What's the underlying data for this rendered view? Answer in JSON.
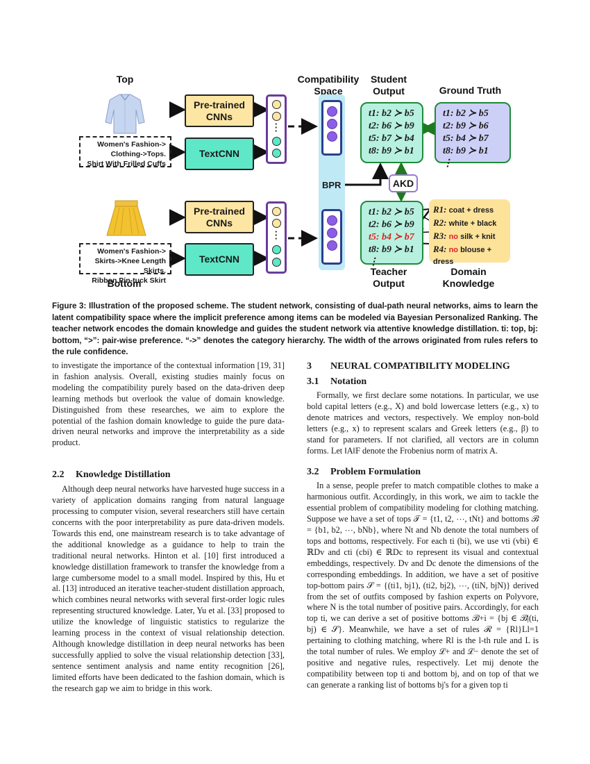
{
  "figure": {
    "top_label": "Top",
    "bottom_label": "Bottom",
    "compat_label": [
      "Compatibility",
      "Space"
    ],
    "student_label": [
      "Student",
      "Output"
    ],
    "truth_label": "Ground Truth",
    "teacher_label": [
      "Teacher",
      "Output"
    ],
    "domain_label": [
      "Domain",
      "Knowledge"
    ],
    "cnn_label": [
      "Pre-trained",
      "CNNs"
    ],
    "textcnn_label": "TextCNN",
    "top_text": [
      "Women's Fashion->",
      "Clothing->Tops.",
      "Shirt With Frilled Cuffs"
    ],
    "bottom_text": [
      "Women's Fashion->",
      "Skirts->Knee Length Skirts.",
      "Ribbon Pin-tuck Skirt"
    ],
    "bpr": "BPR",
    "akd": "AKD",
    "student_rows": [
      "t1: b2 ≻ b5",
      "t2: b6 ≻ b9",
      "t5: b7 ≻ b4",
      "t8: b9 ≻ b1",
      "⋮"
    ],
    "truth_rows": [
      "t1: b2 ≻ b5",
      "t2: b9 ≻ b6",
      "t5: b4 ≻ b7",
      "t8: b9 ≻ b1",
      "⋮"
    ],
    "teacher_rows": [
      "t1: b2 ≻ b5",
      "t2: b6 ≻ b9",
      "t5: b4 ≻ b7",
      "t8: b9 ≻ b1",
      "⋮"
    ],
    "rules": [
      {
        "id": "R1:",
        "pre": "",
        "text": "coat + dress"
      },
      {
        "id": "R2:",
        "pre": "",
        "text": "white + black"
      },
      {
        "id": "R3:",
        "pre": "no",
        "text": "silk + knit"
      },
      {
        "id": "R4:",
        "pre": "no",
        "text": "blouse + dress"
      }
    ],
    "colors": {
      "cnn": "#fde6a3",
      "textcnn": "#5ee8c8",
      "truth": "#cdd0f6",
      "teacher": "#b7f0df",
      "domain": "#fde29a",
      "bpr": "#bfe9f5",
      "highlight": "#e01e1e"
    }
  },
  "caption": "Figure 3: Illustration of the proposed scheme. The student network, consisting of dual-path neural networks, aims to learn the latent compatibility space where the implicit preference among items can be modeled via Bayesian Personalized Ranking. The teacher network encodes the domain knowledge and guides the student network via attentive knowledge distillation. ti: top, bj: bottom, “>”: pair-wise preference. “->” denotes the category hierarchy. The width of the arrows originated from rules refers to the rule confidence.",
  "left": {
    "p1": "to investigate the importance of the contextual information [19, 31] in fashion analysis. Overall, existing studies mainly focus on modeling the compatibility purely based on the data-driven deep learning methods but overlook the value of domain knowledge. Distinguished from these researches, we aim to explore the potential of the fashion domain knowledge to guide the pure data-driven neural networks and improve the interpretability as a side product.",
    "s22_num": "2.2",
    "s22_title": "Knowledge Distillation",
    "p2": "Although deep neural networks have harvested huge success in a variety of application domains ranging from natural language processing to computer vision, several researchers still have certain concerns with the poor interpretability as pure data-driven models. Towards this end, one mainstream research is to take advantage of the additional knowledge as a guidance to help to train the traditional neural networks. Hinton et al. [10] first introduced a knowledge distillation framework to transfer the knowledge from a large cumbersome model to a small model. Inspired by this, Hu et al. [13] introduced an iterative teacher-student distillation approach, which combines neural networks with several first-order logic rules representing structured knowledge. Later, Yu et al. [33] proposed to utilize the knowledge of linguistic statistics to regularize the learning process in the context of visual relationship detection. Although knowledge distillation in deep neural networks has been successfully applied to solve the visual relationship detection [33], sentence sentiment analysis and name entity recognition [26], limited efforts have been dedicated to the fashion domain, which is the research gap we aim to bridge in this work."
  },
  "right": {
    "s3_num": "3",
    "s3_title": "NEURAL COMPATIBILITY MODELING",
    "s31_num": "3.1",
    "s31_title": "Notation",
    "p1": "Formally, we first declare some notations. In particular, we use bold capital letters (e.g., X) and bold lowercase letters (e.g., x) to denote matrices and vectors, respectively. We employ non-bold letters (e.g., x) to represent scalars and Greek letters (e.g., β) to stand for parameters. If not clarified, all vectors are in column forms. Let ‖A‖F denote the Frobenius norm of matrix A.",
    "s32_num": "3.2",
    "s32_title": "Problem Formulation",
    "p2": "In a sense, people prefer to match compatible clothes to make a harmonious outfit. Accordingly, in this work, we aim to tackle the essential problem of compatibility modeling for clothing matching. Suppose we have a set of tops 𝒯 = {t1, t2, ⋯, tNt} and bottoms ℬ = {b1, b2, ⋯, bNb}, where Nt and Nb denote the total numbers of tops and bottoms, respectively. For each ti (bi), we use vti (vbi) ∈ ℝDv and cti (cbi) ∈ ℝDc to represent its visual and contextual embeddings, respectively. Dv and Dc denote the dimensions of the corresponding embeddings. In addition, we have a set of positive top-bottom pairs 𝒮 = {(ti1, bj1), (ti2, bj2), ⋯, (tiN, bjN)} derived from the set of outfits composed by fashion experts on Polyvore, where N is the total number of positive pairs. Accordingly, for each top ti, we can derive a set of positive bottoms ℬ+i = {bj ∈ ℬ|(ti, bj) ∈ 𝒮}. Meanwhile, we have a set of rules ℛ = {Rl}Ll=1 pertaining to clothing matching, where Rl is the l-th rule and L is the total number of rules. We employ ℒ+ and ℒ− denote the set of positive and negative rules, respectively. Let mij denote the compatibility between top ti and bottom bj, and on top of that we can generate a ranking list of bottoms bj's for a given top ti"
  }
}
